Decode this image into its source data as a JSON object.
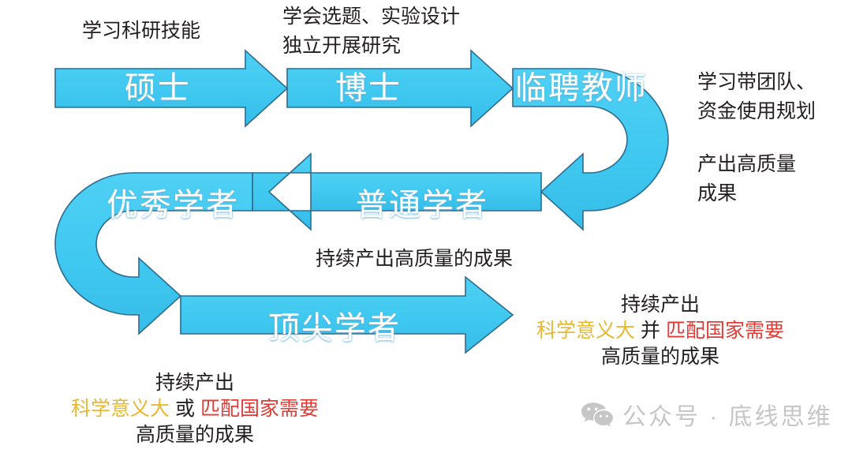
{
  "diagram": {
    "title_semantics": "academic-career-progression-cycle",
    "palette": {
      "arrow_fill": "#3FC8F0",
      "arrow_stroke": "#2E6B8F",
      "stage_text": "#FFFFFF",
      "label_text": "#231F20",
      "gold": "#E8B830",
      "red": "#E23B35",
      "watermark": "#C6C6C6",
      "background": "#FFFFFF"
    },
    "stages": [
      {
        "id": "master",
        "label": "硕士"
      },
      {
        "id": "phd",
        "label": "博士"
      },
      {
        "id": "temp-teacher",
        "label": "临聘教师"
      },
      {
        "id": "ordinary-scholar",
        "label": "普通学者"
      },
      {
        "id": "excellent-scholar",
        "label": "优秀学者"
      },
      {
        "id": "top-scholar",
        "label": "顶尖学者"
      }
    ],
    "transition_labels": [
      {
        "id": "learn-research-skills",
        "text": "学习科研技能"
      },
      {
        "id": "topic-and-design",
        "lines": [
          "学会选题、实验设计",
          "独立开展研究"
        ]
      },
      {
        "id": "sustained-output",
        "text": "持续产出高质量的成果"
      }
    ],
    "side_notes": [
      {
        "id": "team-and-funding",
        "lines": [
          "学习带团队、",
          "资金使用规划"
        ]
      },
      {
        "id": "high-quality-output",
        "lines": [
          "产出高质量",
          "成果"
        ]
      }
    ],
    "qualifiers": [
      {
        "id": "top-scholar-requirement-and",
        "line1": "持续产出",
        "part_gold": "科学意义大",
        "connector": "并",
        "part_red": "匹配国家需要",
        "line3": "高质量的成果"
      },
      {
        "id": "top-scholar-requirement-or",
        "line1": "持续产出",
        "part_gold": "科学意义大",
        "connector": "或",
        "part_red": "匹配国家需要",
        "line3": "高质量的成果"
      }
    ],
    "watermark": {
      "icon": "wechat-icon",
      "text": "公众号 · 底线思维"
    }
  }
}
